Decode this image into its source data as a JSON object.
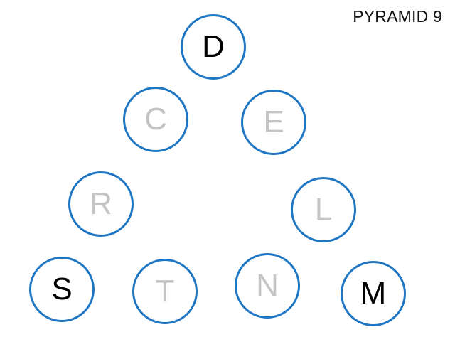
{
  "puzzle": {
    "title": "PYRAMID 9",
    "circle_color": "#1f77c4",
    "revealed_color": "#000000",
    "hidden_color": "#c4c4c4",
    "nodes": [
      {
        "letter": "D",
        "state": "revealed"
      },
      {
        "letter": "C",
        "state": "hidden"
      },
      {
        "letter": "E",
        "state": "hidden"
      },
      {
        "letter": "R",
        "state": "hidden"
      },
      {
        "letter": "L",
        "state": "hidden"
      },
      {
        "letter": "S",
        "state": "revealed"
      },
      {
        "letter": "T",
        "state": "hidden"
      },
      {
        "letter": "N",
        "state": "hidden"
      },
      {
        "letter": "M",
        "state": "revealed"
      }
    ]
  }
}
